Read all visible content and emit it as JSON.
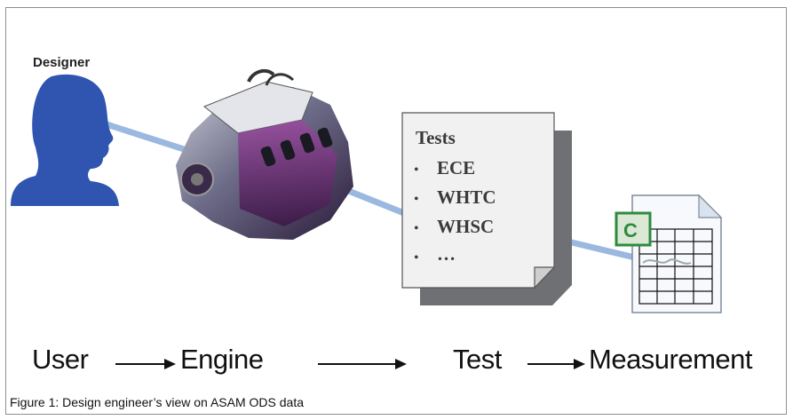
{
  "actor": {
    "label": "Designer"
  },
  "test_doc": {
    "heading": "Tests",
    "items": [
      "ECE",
      "WHTC",
      "WHSC",
      "…"
    ]
  },
  "flow": {
    "steps": [
      "User",
      "Engine",
      "Test",
      "Measurement"
    ]
  },
  "caption": "Figure 1: Design engineer’s view on ASAM ODS data",
  "colors": {
    "silhouette": "#2f55b0",
    "connector": "#9ab8e0",
    "frame": "#8a8f96",
    "badge": "#2e8b3e"
  },
  "icons": [
    "person-silhouette-icon",
    "engine-image",
    "document-icon",
    "measurement-table-icon"
  ]
}
